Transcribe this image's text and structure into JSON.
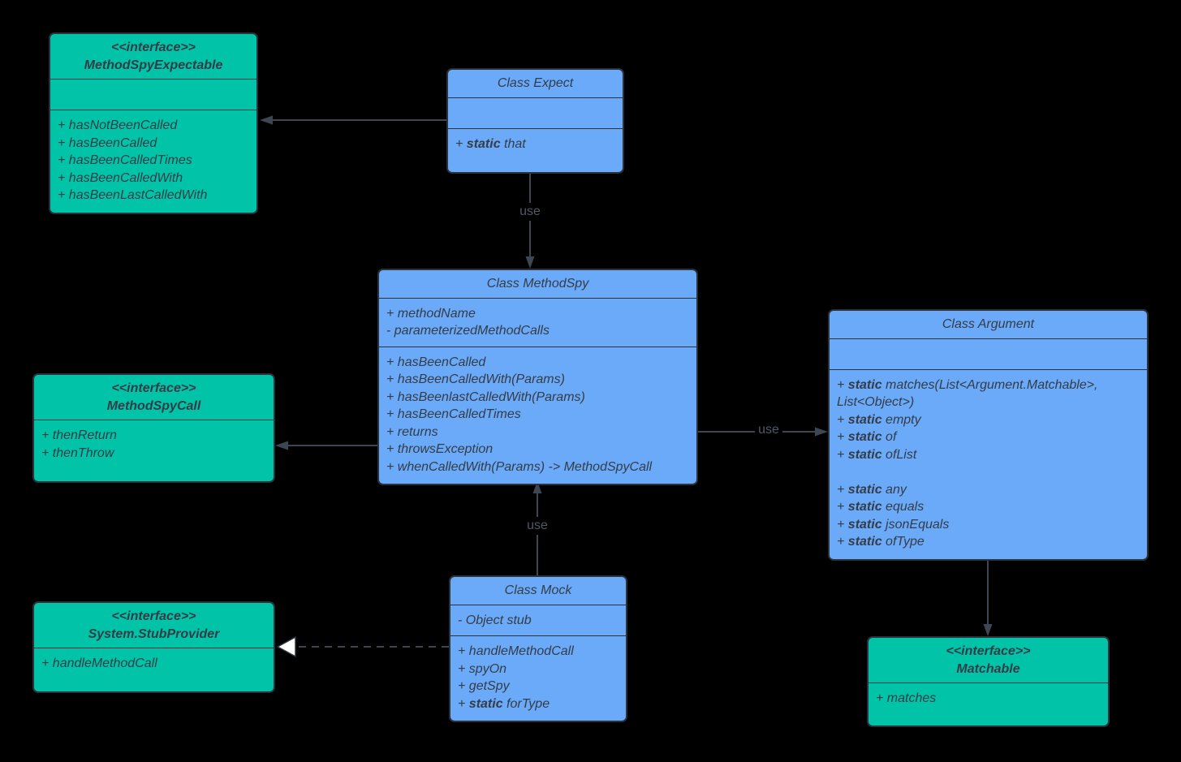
{
  "diagram": {
    "background": "#000000",
    "colors": {
      "class_fill": "#6aaaf8",
      "interface_fill": "#00c3a8",
      "border": "#2b323b",
      "text": "#353c46",
      "line": "#3d4754",
      "label": "#4f5968",
      "hollow_arrow_fill": "#ffffff"
    }
  },
  "classes": [
    {
      "id": "method-spy-expectable",
      "kind": "interface",
      "stereotype": "<<interface>>",
      "title": "MethodSpyExpectable",
      "attributes": [],
      "methods": [
        "+ hasNotBeenCalled",
        "+ hasBeenCalled",
        "+ hasBeenCalledTimes",
        "+ hasBeenCalledWith",
        "+ hasBeenLastCalledWith"
      ]
    },
    {
      "id": "expect",
      "kind": "class",
      "stereotype": null,
      "title": "Class Expect",
      "attributes": [],
      "methods": [
        "+ static that"
      ]
    },
    {
      "id": "method-spy",
      "kind": "class",
      "stereotype": null,
      "title": "Class MethodSpy",
      "attributes": [
        "+ methodName",
        "- parameterizedMethodCalls"
      ],
      "methods": [
        "+ hasBeenCalled",
        "+ hasBeenCalledWith(Params)",
        "+ hasBeenlastCalledWith(Params)",
        "+ hasBeenCalledTimes",
        "+ returns",
        "+ throwsException",
        "+ whenCalledWith(Params) -> MethodSpyCall"
      ]
    },
    {
      "id": "method-spy-call",
      "kind": "interface",
      "stereotype": "<<interface>>",
      "title": "MethodSpyCall",
      "attributes": null,
      "methods": [
        "+ thenReturn",
        "+ thenThrow"
      ]
    },
    {
      "id": "argument",
      "kind": "class",
      "stereotype": null,
      "title": "Class Argument",
      "attributes": [],
      "methods": [
        "+ static matches(List<Argument.Matchable>, List<Object>)",
        "+ static empty",
        "+ static of",
        "+ static ofList",
        "",
        "+ static any",
        "+ static equals",
        "+ static jsonEquals",
        "+ static ofType"
      ]
    },
    {
      "id": "stub-provider",
      "kind": "interface",
      "stereotype": "<<interface>>",
      "title": "System.StubProvider",
      "attributes": null,
      "methods": [
        "+ handleMethodCall"
      ]
    },
    {
      "id": "mock",
      "kind": "class",
      "stereotype": null,
      "title": "Class Mock",
      "attributes": [
        "- Object stub"
      ],
      "methods": [
        "+ handleMethodCall",
        "+ spyOn",
        "+ getSpy",
        "+ static forType"
      ]
    },
    {
      "id": "matchable",
      "kind": "interface",
      "stereotype": "<<interface>>",
      "title": "Matchable",
      "attributes": null,
      "methods": [
        "+ matches"
      ]
    }
  ],
  "edges": [
    {
      "from": "Class Expect",
      "to": "MethodSpyExpectable",
      "type": "arrow-solid",
      "label": ""
    },
    {
      "from": "Class Expect",
      "to": "Class MethodSpy",
      "type": "arrow-solid",
      "label": "use"
    },
    {
      "from": "Class MethodSpy",
      "to": "MethodSpyCall",
      "type": "arrow-solid",
      "label": ""
    },
    {
      "from": "Class MethodSpy",
      "to": "Class Argument",
      "type": "arrow-solid",
      "label": "use"
    },
    {
      "from": "Class Mock",
      "to": "Class MethodSpy",
      "type": "arrow-solid",
      "label": "use"
    },
    {
      "from": "Class Mock",
      "to": "System.StubProvider",
      "type": "realization-dashed-hollow",
      "label": ""
    },
    {
      "from": "Class Argument",
      "to": "Matchable",
      "type": "arrow-solid",
      "label": ""
    }
  ]
}
